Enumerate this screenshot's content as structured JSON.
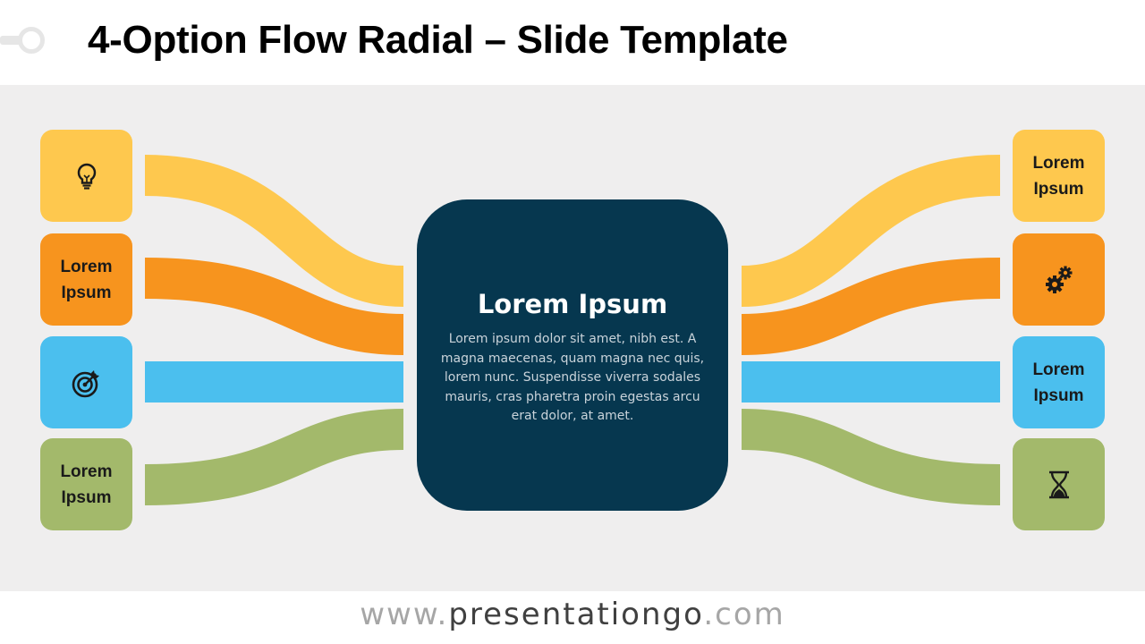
{
  "slide": {
    "title": "4-Option Flow Radial – Slide Template"
  },
  "colors": {
    "yellow": "#fec84e",
    "orange": "#f7941e",
    "blue": "#4bbfee",
    "green": "#a3b96b",
    "navy": "#06374f"
  },
  "left_options": [
    {
      "color": "yellow",
      "icon": "lightbulb-icon"
    },
    {
      "color": "orange",
      "label": "Lorem\nIpsum"
    },
    {
      "color": "blue",
      "icon": "target-icon"
    },
    {
      "color": "green",
      "label": "Lorem\nIpsum"
    }
  ],
  "right_options": [
    {
      "color": "yellow",
      "label": "Lorem\nIpsum"
    },
    {
      "color": "orange",
      "icon": "gears-icon"
    },
    {
      "color": "blue",
      "label": "Lorem\nIpsum"
    },
    {
      "color": "green",
      "icon": "hourglass-icon"
    }
  ],
  "center": {
    "title": "Lorem Ipsum",
    "body": "Lorem ipsum dolor sit amet, nibh est. A magna maecenas, quam magna nec quis, lorem nunc. Suspendisse viverra sodales mauris, cras pharetra proin egestas arcu erat dolor, at amet."
  },
  "footer": {
    "url_prefix": "www.",
    "url_name": "presentationgo",
    "url_suffix": ".com"
  }
}
